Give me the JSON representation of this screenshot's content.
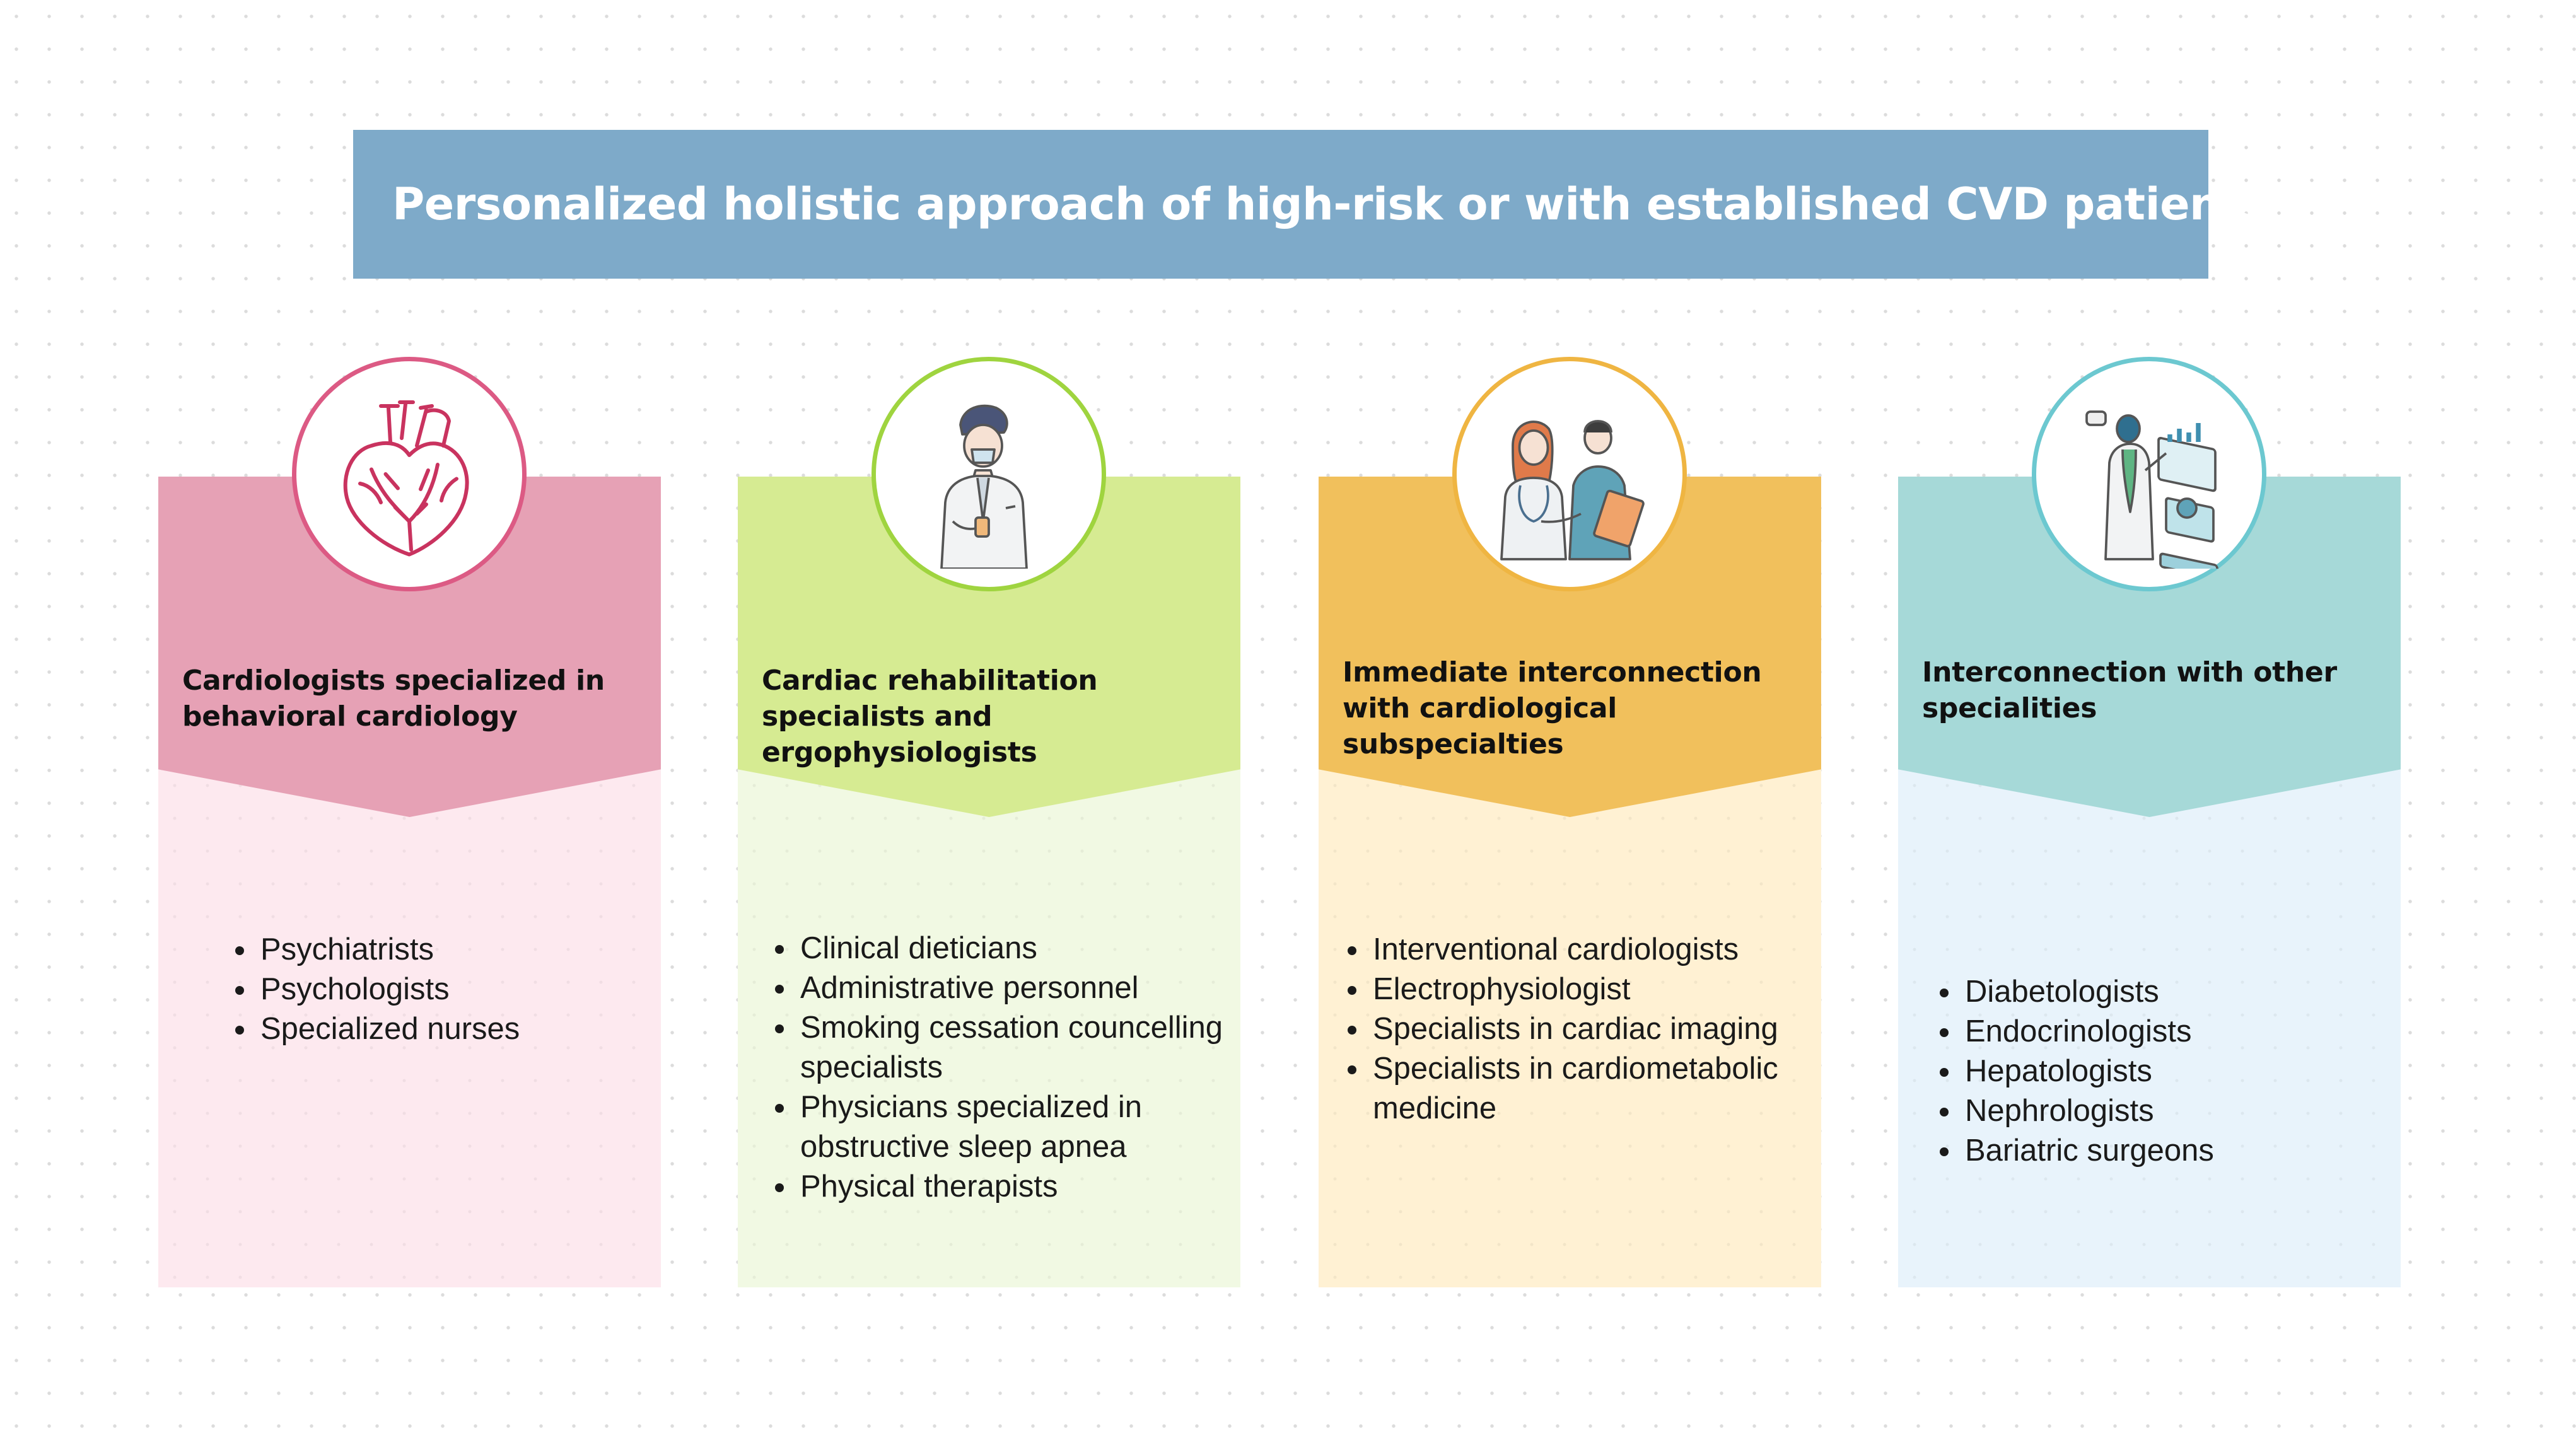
{
  "header": {
    "title": "Personalized holistic approach of high-risk or with established CVD patients"
  },
  "colors": {
    "banner": "#7eaac9",
    "pink": "#e6a1b5",
    "pink_light": "#fde9ef",
    "pink_ring": "#dc5a84",
    "green": "#d6eb92",
    "green_light": "#f1f9e3",
    "green_ring": "#9fd43f",
    "orange": "#f1c05c",
    "orange_light": "#fff1d3",
    "orange_ring": "#efb542",
    "teal": "#a6d9d8",
    "teal_light": "#e8f3fb",
    "teal_ring": "#6cc8d0"
  },
  "cards": [
    {
      "icon": "heart-icon",
      "title": "Cardiologists specialized in behavioral cardiology",
      "items": [
        "Psychiatrists",
        "Psychologists",
        "Specialized nurses"
      ]
    },
    {
      "icon": "physician-icon",
      "title": "Cardiac rehabilitation specialists and ergophysiologists",
      "items": [
        "Clinical dieticians",
        "Administrative personnel",
        "Smoking cessation councelling specialists",
        "Physicians specialized in obstructive sleep apnea",
        "Physical therapists"
      ]
    },
    {
      "icon": "doctors-consultation-icon",
      "title": "Immediate interconnection with cardiological subspecialties",
      "items": [
        "Interventional cardiologists",
        "Electrophysiologist",
        "Specialists in cardiac imaging",
        "Specialists in cardiometabolic medicine"
      ]
    },
    {
      "icon": "doctor-dashboard-icon",
      "title": "Interconnection with other specialities",
      "items": [
        "Diabetologists",
        "Endocrinologists",
        "Hepatologists",
        "Nephrologists",
        "Bariatric surgeons"
      ]
    }
  ]
}
